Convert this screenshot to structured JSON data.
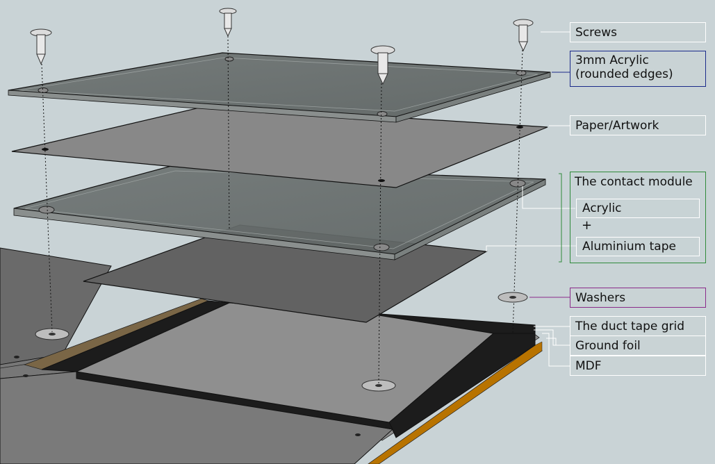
{
  "labels": {
    "screws": "Screws",
    "acrylic_line1": "3mm Acrylic",
    "acrylic_line2": "(rounded edges)",
    "paper": "Paper/Artwork",
    "contact_title": "The contact module",
    "contact_acrylic": "Acrylic",
    "contact_plus": "+",
    "contact_tape": "Aluminium tape",
    "washers": "Washers",
    "duct": "The duct tape grid",
    "ground": "Ground foil",
    "mdf": "MDF"
  },
  "colors": {
    "background": "#c9d3d6",
    "acrylic_box_border": "#1a2a8a",
    "contact_box_border": "#2f8a3a",
    "washers_box_border": "#8a2a8a",
    "mdf_edge": "#d88a00",
    "duct_tape": "#1c1c1c"
  }
}
